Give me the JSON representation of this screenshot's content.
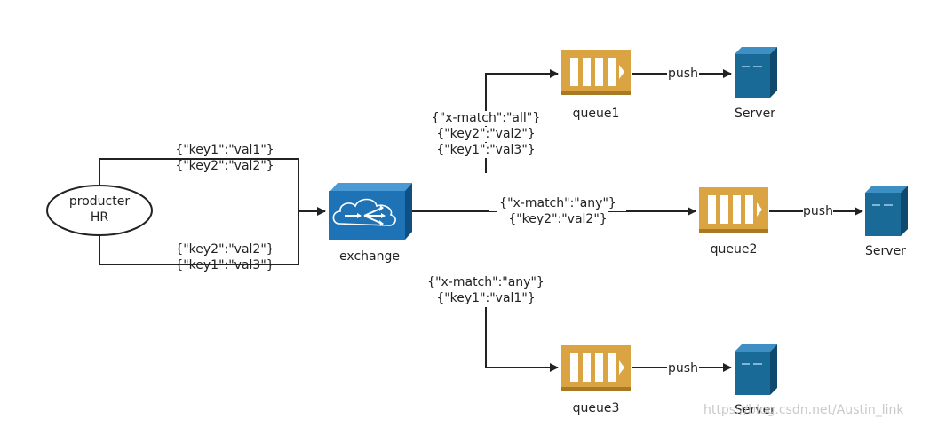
{
  "producer": {
    "line1": "producter",
    "line2": "HR"
  },
  "messages": {
    "top": {
      "line1": "{\"key1\":\"val1\"}",
      "line2": "{\"key2\":\"val2\"}"
    },
    "bottom": {
      "line1": "{\"key2\":\"val2\"}",
      "line2": "{\"key1\":\"val3\"}"
    }
  },
  "exchange": {
    "label": "exchange",
    "icon": "cloud-router-icon",
    "color": "#1e73b7"
  },
  "bindings": {
    "queue1": {
      "line1": "{\"x-match\":\"all\"}",
      "line2": "{\"key2\":\"val2\"}",
      "line3": "{\"key1\":\"val3\"}"
    },
    "queue2": {
      "line1": "{\"x-match\":\"any\"}",
      "line2": "{\"key2\":\"val2\"}"
    },
    "queue3": {
      "line1": "{\"x-match\":\"any\"}",
      "line2": "{\"key1\":\"val1\"}"
    }
  },
  "queues": [
    {
      "label": "queue1",
      "color": "#d9a441"
    },
    {
      "label": "queue2",
      "color": "#d9a441"
    },
    {
      "label": "queue3",
      "color": "#d9a441"
    }
  ],
  "push_label": "push",
  "servers": [
    {
      "label": "Server",
      "color": "#1a6a98"
    },
    {
      "label": "Server",
      "color": "#1a6a98"
    },
    {
      "label": "Server",
      "color": "#1a6a98"
    }
  ],
  "watermark": "https://blog.csdn.net/Austin_link"
}
